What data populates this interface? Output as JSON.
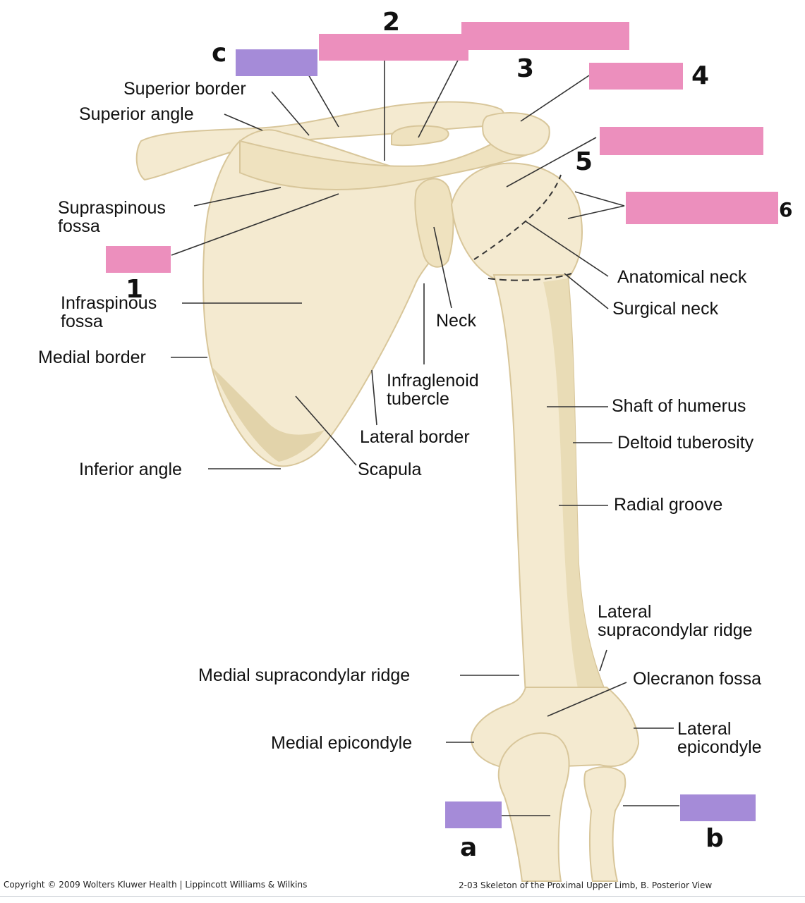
{
  "labels": {
    "superior_border": "Superior border",
    "superior_angle": "Superior angle",
    "supraspinous_fossa": "Supraspinous\nfossa",
    "infraspinous_fossa": "Infraspinous\nfossa",
    "medial_border": "Medial border",
    "inferior_angle": "Inferior angle",
    "neck": "Neck",
    "infraglenoid_tubercle": "Infraglenoid\ntubercle",
    "lateral_border": "Lateral border",
    "scapula": "Scapula",
    "anatomical_neck": "Anatomical neck",
    "surgical_neck": "Surgical neck",
    "shaft_of_humerus": "Shaft of humerus",
    "deltoid_tuberosity": "Deltoid tuberosity",
    "radial_groove": "Radial groove",
    "lateral_supracondylar_ridge": "Lateral\nsupracondylar ridge",
    "olecranon_fossa": "Olecranon fossa",
    "medial_supracondylar_ridge": "Medial supracondylar ridge",
    "lateral_epicondyle": "Lateral\nepicondyle",
    "medial_epicondyle": "Medial epicondyle"
  },
  "handwritten": {
    "c": "c",
    "two": "2",
    "three": "3",
    "four": "4",
    "five": "5",
    "six": "6",
    "one": "1",
    "a": "a",
    "b": "b"
  },
  "footer": {
    "copyright": "Copyright © 2009 Wolters Kluwer Health | Lippincott Williams & Wilkins",
    "caption": "2-03 Skeleton of the Proximal Upper Limb, B. Posterior View"
  },
  "colors": {
    "pink_box": "#ec8fbd",
    "purple_box": "#a58bd8",
    "bone": "#f4ead0",
    "bone_shade": "#e2d3aa"
  }
}
